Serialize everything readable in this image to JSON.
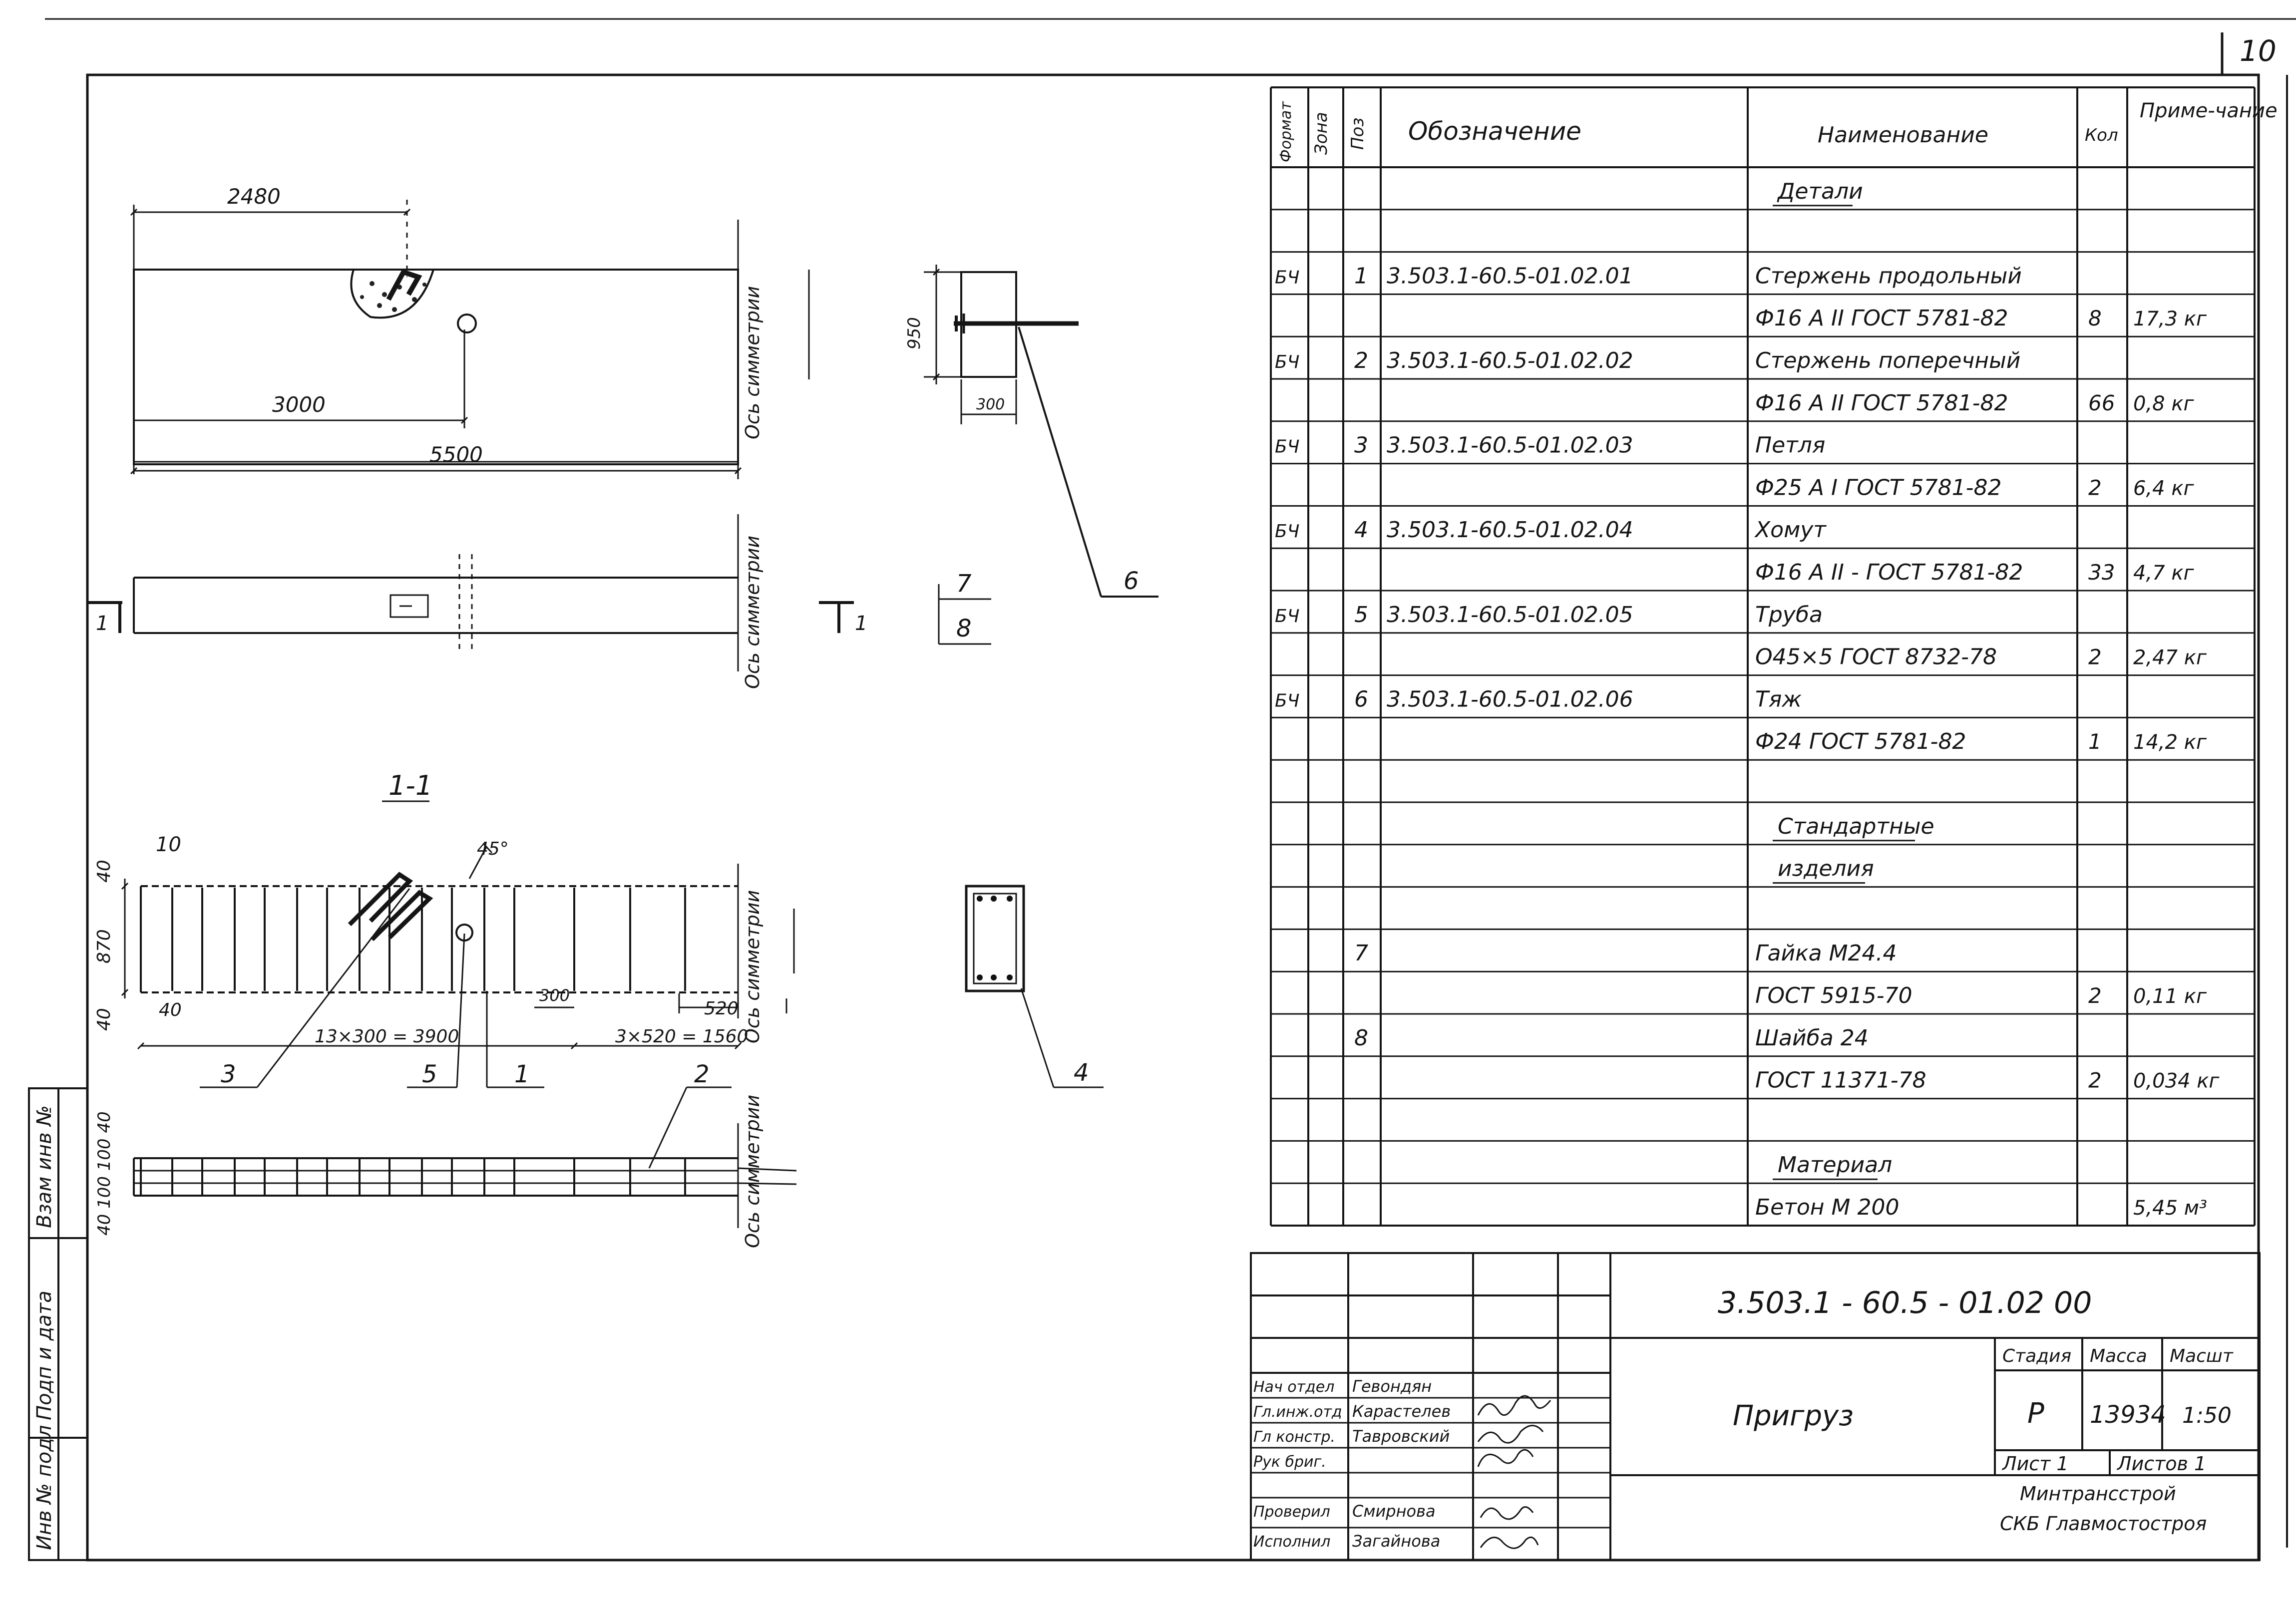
{
  "sheet_number": "10",
  "drawing": {
    "dim_2480": "2480",
    "dim_3000": "3000",
    "dim_5500": "5500",
    "axis_symmetry": "Ось симметрии",
    "cut_mark": "1",
    "section_title": "1-1",
    "dim_10": "10",
    "dim_40_top": "40",
    "dim_870": "870",
    "dim_40_bottom": "40",
    "dim_40_left": "40",
    "angle_45": "45°",
    "dim_300": "300",
    "dim_520": "520",
    "dim_13x300": "13×300 = 3900",
    "dim_3x520": "3×520 = 1560",
    "plan_dims": "40 100 100 40",
    "dim_950": "950",
    "dim_300_side": "300",
    "callouts": {
      "c1": "1",
      "c2": "2",
      "c3": "3",
      "c4": "4",
      "c5": "5",
      "c6": "6",
      "c7": "7",
      "c8": "8"
    }
  },
  "spec": {
    "headers": {
      "format": "Формат",
      "zone": "Зона",
      "pos": "Поз",
      "designation": "Обозначение",
      "name": "Наименование",
      "qty": "Кол",
      "note": "Приме-чание"
    },
    "rows": [
      {
        "format": "",
        "pos": "",
        "designation": "",
        "name": "Детали",
        "qty": "",
        "note": ""
      },
      {
        "format": "",
        "pos": "",
        "designation": "",
        "name": "",
        "qty": "",
        "note": ""
      },
      {
        "format": "БЧ",
        "pos": "1",
        "designation": "3.503.1-60.5-01.02.01",
        "name": "Стержень продольный",
        "qty": "",
        "note": ""
      },
      {
        "format": "",
        "pos": "",
        "designation": "",
        "name": "Ф16 А II ГОСТ 5781-82",
        "qty": "8",
        "note": "17,3 кг"
      },
      {
        "format": "БЧ",
        "pos": "2",
        "designation": "3.503.1-60.5-01.02.02",
        "name": "Стержень поперечный",
        "qty": "",
        "note": ""
      },
      {
        "format": "",
        "pos": "",
        "designation": "",
        "name": "Ф16 А II ГОСТ 5781-82",
        "qty": "66",
        "note": "0,8 кг"
      },
      {
        "format": "БЧ",
        "pos": "3",
        "designation": "3.503.1-60.5-01.02.03",
        "name": "Петля",
        "qty": "",
        "note": ""
      },
      {
        "format": "",
        "pos": "",
        "designation": "",
        "name": "Ф25 А I ГОСТ 5781-82",
        "qty": "2",
        "note": "6,4 кг"
      },
      {
        "format": "БЧ",
        "pos": "4",
        "designation": "3.503.1-60.5-01.02.04",
        "name": "Хомут",
        "qty": "",
        "note": ""
      },
      {
        "format": "",
        "pos": "",
        "designation": "",
        "name": "Ф16 А II - ГОСТ 5781-82",
        "qty": "33",
        "note": "4,7 кг"
      },
      {
        "format": "БЧ",
        "pos": "5",
        "designation": "3.503.1-60.5-01.02.05",
        "name": "Труба",
        "qty": "",
        "note": ""
      },
      {
        "format": "",
        "pos": "",
        "designation": "",
        "name": "О45×5 ГОСТ 8732-78",
        "qty": "2",
        "note": "2,47 кг"
      },
      {
        "format": "БЧ",
        "pos": "6",
        "designation": "3.503.1-60.5-01.02.06",
        "name": "Тяж",
        "qty": "",
        "note": ""
      },
      {
        "format": "",
        "pos": "",
        "designation": "",
        "name": "Ф24 ГОСТ 5781-82",
        "qty": "1",
        "note": "14,2 кг"
      },
      {
        "format": "",
        "pos": "",
        "designation": "",
        "name": "",
        "qty": "",
        "note": ""
      },
      {
        "format": "",
        "pos": "",
        "designation": "",
        "name": "Стандартные",
        "qty": "",
        "note": ""
      },
      {
        "format": "",
        "pos": "",
        "designation": "",
        "name": "изделия",
        "qty": "",
        "note": ""
      },
      {
        "format": "",
        "pos": "",
        "designation": "",
        "name": "",
        "qty": "",
        "note": ""
      },
      {
        "format": "",
        "pos": "7",
        "designation": "",
        "name": "Гайка М24.4",
        "qty": "",
        "note": ""
      },
      {
        "format": "",
        "pos": "",
        "designation": "",
        "name": "ГОСТ 5915-70",
        "qty": "2",
        "note": "0,11 кг"
      },
      {
        "format": "",
        "pos": "8",
        "designation": "",
        "name": "Шайба 24",
        "qty": "",
        "note": ""
      },
      {
        "format": "",
        "pos": "",
        "designation": "",
        "name": "ГОСТ 11371-78",
        "qty": "2",
        "note": "0,034 кг"
      },
      {
        "format": "",
        "pos": "",
        "designation": "",
        "name": "",
        "qty": "",
        "note": ""
      },
      {
        "format": "",
        "pos": "",
        "designation": "",
        "name": "Материал",
        "qty": "",
        "note": ""
      },
      {
        "format": "",
        "pos": "",
        "designation": "",
        "name": "Бетон М 200",
        "qty": "",
        "note": "5,45 м³"
      }
    ]
  },
  "title_block": {
    "code": "3.503.1 - 60.5 - 01.02 00",
    "name": "Пригруз",
    "stage_label": "Стадия",
    "mass_label": "Масса",
    "scale_label": "Масшт",
    "stage": "Р",
    "mass": "13934",
    "scale": "1:50",
    "sheet_label": "Лист 1",
    "sheets_label": "Листов 1",
    "org1": "Минтрансстрой",
    "org2": "СКБ Главмостостроя",
    "staff": [
      {
        "role": "Нач отдел",
        "name": "Гевондян"
      },
      {
        "role": "Гл.инж.отд",
        "name": "Карастелев"
      },
      {
        "role": "Гл констр.",
        "name": "Тавровский"
      },
      {
        "role": "Рук бриг.",
        "name": ""
      },
      {
        "role": "Проверил",
        "name": "Смирнова"
      },
      {
        "role": "Исполнил",
        "name": "Загайнова"
      }
    ]
  },
  "margin": {
    "inv_orig": "Инв № подл",
    "sign_date": "Подп и дата",
    "inv_replace": "Взам инв №"
  }
}
